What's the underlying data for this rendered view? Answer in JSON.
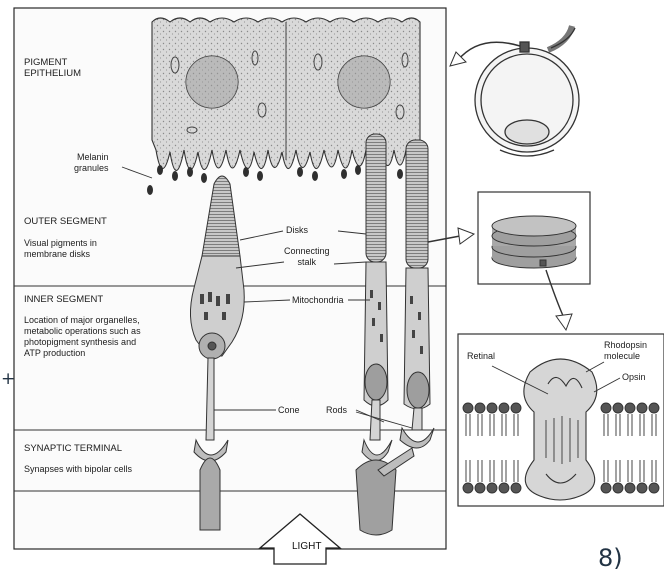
{
  "regions": {
    "pigment_epithelium": {
      "title": "PIGMENT\nEPITHELIUM"
    },
    "outer_segment": {
      "title": "OUTER SEGMENT",
      "description": "Visual pigments in\nmembrane disks"
    },
    "inner_segment": {
      "title": "INNER SEGMENT",
      "description": "Location of major organelles,\nmetabolic operations such as\nphotopigment synthesis and\nATP production"
    },
    "synaptic_terminal": {
      "title": "SYNAPTIC TERMINAL",
      "description": "Synapses with bipolar cells"
    }
  },
  "callouts": {
    "melanin": "Melanin\ngranules",
    "disks": "Disks",
    "connecting_stalk": "Connecting\nstalk",
    "mitochondria": "Mitochondria",
    "cone": "Cone",
    "rods": "Rods",
    "retinal": "Retinal",
    "rhodopsin": "Rhodopsin\nmolecule",
    "opsin": "Opsin"
  },
  "light_label": "LIGHT",
  "handwriting": {
    "margin_mark": "+",
    "corner_mark": "8)"
  }
}
